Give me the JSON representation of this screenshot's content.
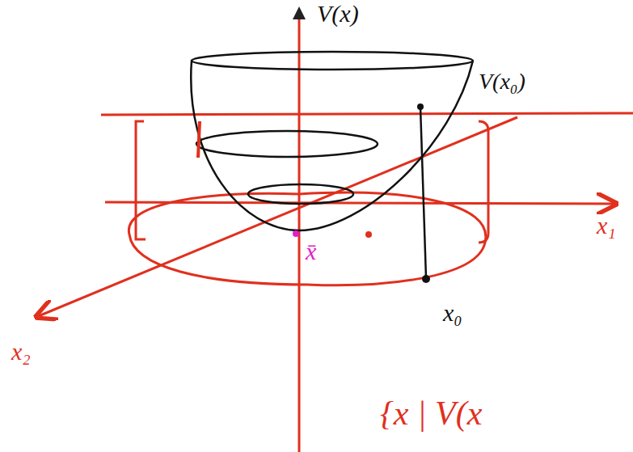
{
  "diagram": {
    "labels": [
      "V(x)",
      "V(x₀)",
      "x₁",
      "x₂",
      "x̄",
      "x₀",
      "{x | V(x"
    ]
  }
}
